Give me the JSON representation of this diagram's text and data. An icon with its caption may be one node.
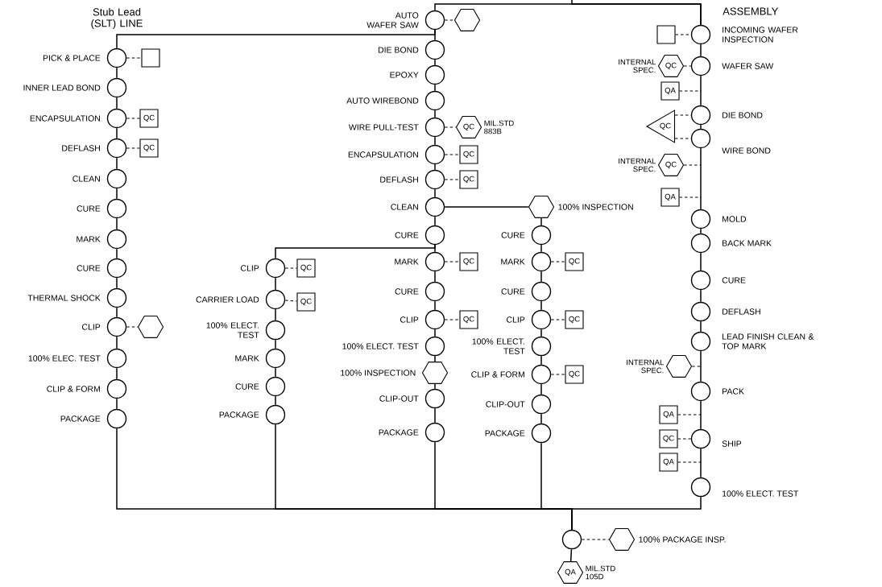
{
  "diagram": {
    "nodes": [
      {
        "text": [
          "PICK & PLACE"
        ]
      },
      {
        "text": [
          "INNER LEAD BOND"
        ]
      },
      {
        "text": [
          "ENCAPSULATION"
        ]
      },
      {
        "text": [
          "DEFLASH"
        ]
      },
      {
        "text": [
          "CLEAN"
        ]
      },
      {
        "text": [
          "CURE"
        ]
      },
      {
        "text": [
          "MARK"
        ]
      },
      {
        "text": [
          "CURE"
        ]
      },
      {
        "text": [
          "THERMAL SHOCK"
        ]
      },
      {
        "text": [
          "CLIP"
        ]
      },
      {
        "text": [
          "100% ELEC. TEST"
        ]
      },
      {
        "text": [
          "CLIP & FORM"
        ]
      },
      {
        "text": [
          "PACKAGE"
        ]
      },
      {
        "text": [],
        "shape": "box"
      },
      {
        "text": [
          "QC"
        ]
      },
      {
        "text": [
          "QC"
        ]
      },
      {
        "text": [],
        "shape": "hexagon"
      },
      {
        "text": [
          "AUTO WAFER SAW"
        ]
      },
      {
        "text": [],
        "shape": "hexagon"
      },
      {
        "text": [
          "DIE BOND"
        ]
      },
      {
        "text": [
          "EPOXY"
        ]
      },
      {
        "text": [
          "AUTO WIREBOND"
        ]
      },
      {
        "text": [
          "WIRE PULL-TEST"
        ]
      },
      {
        "text": [
          "QC"
        ],
        "beside": [
          "MIL.STD 883B"
        ]
      },
      {
        "text": [
          "ENCAPSULATION"
        ]
      },
      {
        "text": [
          "QC"
        ]
      },
      {
        "text": [
          "DEFLASH"
        ]
      },
      {
        "text": [
          "QC"
        ]
      },
      {
        "text": [
          "CLEAN"
        ]
      },
      {
        "text": [
          "CURE"
        ]
      },
      {
        "text": [
          "MARK"
        ]
      },
      {
        "text": [
          "QC"
        ]
      },
      {
        "text": [
          "CURE"
        ]
      },
      {
        "text": [
          "CLIP"
        ]
      },
      {
        "text": [
          "QC"
        ]
      },
      {
        "text": [
          "100% ELECT. TEST"
        ]
      },
      {
        "text": [
          "100% INSPECTION"
        ]
      },
      {
        "text": [
          "CLIP-OUT"
        ]
      },
      {
        "text": [
          "PACKAGE"
        ]
      },
      {
        "text": [
          "CLIP"
        ]
      },
      {
        "text": [
          "QC"
        ]
      },
      {
        "text": [
          "CARRIER LOAD"
        ]
      },
      {
        "text": [
          "QC"
        ]
      },
      {
        "text": [
          "100% ELECT. TEST"
        ]
      },
      {
        "text": [
          "MARK"
        ]
      },
      {
        "text": [
          "CURE"
        ]
      },
      {
        "text": [
          "PACKAGE"
        ]
      },
      {
        "text": [
          "100% INSPECTION"
        ]
      },
      {
        "text": [
          "CURE"
        ]
      },
      {
        "text": [
          "MARK"
        ]
      },
      {
        "text": [
          "QC"
        ]
      },
      {
        "text": [
          "CURE"
        ]
      },
      {
        "text": [
          "CLIP"
        ]
      },
      {
        "text": [
          "QC"
        ]
      },
      {
        "text": [
          "100% ELECT. TEST"
        ]
      },
      {
        "text": [
          "CLIP & FORM"
        ]
      },
      {
        "text": [
          "QC"
        ]
      },
      {
        "text": [
          "CLIP-OUT"
        ]
      },
      {
        "text": [
          "PACKAGE"
        ]
      },
      {
        "text": [
          "INCOMING WAFER INSPECTION"
        ]
      },
      {
        "text": [],
        "shape": "box"
      },
      {
        "text": [
          "WAFER SAW"
        ]
      },
      {
        "text": [
          "QC"
        ],
        "beside": [
          "INTERNAL SPEC."
        ]
      },
      {
        "text": [
          "QA"
        ]
      },
      {
        "text": [
          "DIE BOND"
        ]
      },
      {
        "text": [
          "QC"
        ]
      },
      {
        "text": [
          "WIRE BOND"
        ]
      },
      {
        "text": [
          "QC"
        ],
        "beside": [
          "INTERNAL SPEC."
        ]
      },
      {
        "text": [
          "QA"
        ]
      },
      {
        "text": [
          "MOLD"
        ]
      },
      {
        "text": [
          "BACK MARK"
        ]
      },
      {
        "text": [
          "CURE"
        ]
      },
      {
        "text": [
          "DEFLASH"
        ]
      },
      {
        "text": [
          "LEAD FINISH CLEAN & TOP MARK"
        ]
      },
      {
        "text": [],
        "shape": "hexagon",
        "beside": [
          "INTERNAL SPEC."
        ]
      },
      {
        "text": [
          "PACK"
        ]
      },
      {
        "text": [
          "QA"
        ]
      },
      {
        "text": [
          "QC"
        ]
      },
      {
        "text": [
          "SHIP"
        ]
      },
      {
        "text": [
          "QA"
        ]
      },
      {
        "text": [
          "100% ELECT. TEST"
        ]
      },
      {
        "text": [],
        "shape": "circle"
      },
      {
        "text": [
          "100% PACKAGE INSP."
        ]
      },
      {
        "text": [
          "QA"
        ],
        "beside": [
          "MIL.STD 105D"
        ]
      }
    ],
    "edges": [
      {
        "from": 0,
        "to": 1,
        "arrow": "none"
      },
      {
        "from": 1,
        "to": 2,
        "arrow": "none"
      },
      {
        "from": 2,
        "to": 3,
        "arrow": "none"
      },
      {
        "from": 3,
        "to": 4,
        "arrow": "none"
      },
      {
        "from": 4,
        "to": 5,
        "arrow": "none"
      },
      {
        "from": 5,
        "to": 6,
        "arrow": "none"
      },
      {
        "from": 6,
        "to": 7,
        "arrow": "none"
      },
      {
        "from": 7,
        "to": 8,
        "arrow": "none"
      },
      {
        "from": 8,
        "to": 9,
        "arrow": "none"
      },
      {
        "from": 9,
        "to": 10,
        "arrow": "none"
      },
      {
        "from": 10,
        "to": 11,
        "arrow": "none"
      },
      {
        "from": 11,
        "to": 12,
        "arrow": "none"
      },
      {
        "from": 0,
        "to": 13,
        "arrow": "none",
        "style": "dashed"
      },
      {
        "from": 2,
        "to": 14,
        "arrow": "none",
        "style": "dashed"
      },
      {
        "from": 3,
        "to": 15,
        "arrow": "none",
        "style": "dashed"
      },
      {
        "from": 9,
        "to": 16,
        "arrow": "none",
        "style": "dashed"
      },
      {
        "from": 17,
        "to": 19,
        "arrow": "none"
      },
      {
        "from": 19,
        "to": 20,
        "arrow": "none"
      },
      {
        "from": 20,
        "to": 21,
        "arrow": "none"
      },
      {
        "from": 21,
        "to": 22,
        "arrow": "none"
      },
      {
        "from": 22,
        "to": 24,
        "arrow": "none"
      },
      {
        "from": 24,
        "to": 26,
        "arrow": "none"
      },
      {
        "from": 26,
        "to": 28,
        "arrow": "none"
      },
      {
        "from": 28,
        "to": 29,
        "arrow": "none"
      },
      {
        "from": 29,
        "to": 30,
        "arrow": "none"
      },
      {
        "from": 30,
        "to": 32,
        "arrow": "none"
      },
      {
        "from": 32,
        "to": 33,
        "arrow": "none"
      },
      {
        "from": 33,
        "to": 35,
        "arrow": "none"
      },
      {
        "from": 35,
        "to": 36,
        "arrow": "none"
      },
      {
        "from": 36,
        "to": 37,
        "arrow": "none"
      },
      {
        "from": 37,
        "to": 38,
        "arrow": "none"
      },
      {
        "from": 17,
        "to": 18,
        "arrow": "none",
        "style": "dashed"
      },
      {
        "from": 22,
        "to": 23,
        "arrow": "none",
        "style": "dashed"
      },
      {
        "from": 24,
        "to": 25,
        "arrow": "none",
        "style": "dashed"
      },
      {
        "from": 26,
        "to": 27,
        "arrow": "none",
        "style": "dashed"
      },
      {
        "from": 30,
        "to": 31,
        "arrow": "none",
        "style": "dashed"
      },
      {
        "from": 33,
        "to": 34,
        "arrow": "none",
        "style": "dashed"
      },
      {
        "from": 17,
        "to": 0,
        "arrow": "none"
      },
      {
        "from": 28,
        "to": 47,
        "arrow": "none"
      },
      {
        "from": 29,
        "to": 39,
        "arrow": "none"
      },
      {
        "from": 39,
        "to": 41,
        "arrow": "none"
      },
      {
        "from": 41,
        "to": 43,
        "arrow": "none"
      },
      {
        "from": 43,
        "to": 44,
        "arrow": "none"
      },
      {
        "from": 44,
        "to": 45,
        "arrow": "none"
      },
      {
        "from": 45,
        "to": 46,
        "arrow": "none"
      },
      {
        "from": 39,
        "to": 40,
        "arrow": "none",
        "style": "dashed"
      },
      {
        "from": 41,
        "to": 42,
        "arrow": "none",
        "style": "dashed"
      },
      {
        "from": 47,
        "to": 48,
        "arrow": "none"
      },
      {
        "from": 48,
        "to": 49,
        "arrow": "none"
      },
      {
        "from": 49,
        "to": 51,
        "arrow": "none"
      },
      {
        "from": 51,
        "to": 52,
        "arrow": "none"
      },
      {
        "from": 52,
        "to": 54,
        "arrow": "none"
      },
      {
        "from": 54,
        "to": 55,
        "arrow": "none"
      },
      {
        "from": 55,
        "to": 57,
        "arrow": "none"
      },
      {
        "from": 57,
        "to": 58,
        "arrow": "none"
      },
      {
        "from": 49,
        "to": 50,
        "arrow": "none",
        "style": "dashed"
      },
      {
        "from": 52,
        "to": 53,
        "arrow": "none",
        "style": "dashed"
      },
      {
        "from": 55,
        "to": 56,
        "arrow": "none",
        "style": "dashed"
      },
      {
        "from": 59,
        "to": 61,
        "arrow": "none"
      },
      {
        "from": 61,
        "to": 64,
        "arrow": "none"
      },
      {
        "from": 64,
        "to": 66,
        "arrow": "none"
      },
      {
        "from": 66,
        "to": 69,
        "arrow": "none"
      },
      {
        "from": 69,
        "to": 70,
        "arrow": "none"
      },
      {
        "from": 70,
        "to": 71,
        "arrow": "none"
      },
      {
        "from": 71,
        "to": 72,
        "arrow": "none"
      },
      {
        "from": 72,
        "to": 73,
        "arrow": "none"
      },
      {
        "from": 73,
        "to": 75,
        "arrow": "none"
      },
      {
        "from": 75,
        "to": 78,
        "arrow": "none"
      },
      {
        "from": 78,
        "to": 80,
        "arrow": "none"
      },
      {
        "from": 60,
        "to": 59,
        "arrow": "none",
        "style": "dashed"
      },
      {
        "from": 62,
        "to": 61,
        "arrow": "none",
        "style": "dashed"
      },
      {
        "from": 63,
        "to": null,
        "arrow": "none",
        "style": "dashed"
      },
      {
        "from": 65,
        "to": 64,
        "arrow": "none",
        "style": "dashed"
      },
      {
        "from": 65,
        "to": 66,
        "arrow": "none",
        "style": "dashed"
      },
      {
        "from": 67,
        "to": null,
        "arrow": "none",
        "style": "dashed"
      },
      {
        "from": 68,
        "to": null,
        "arrow": "none",
        "style": "dashed"
      },
      {
        "from": 74,
        "to": null,
        "arrow": "none",
        "style": "dashed"
      },
      {
        "from": 76,
        "to": null,
        "arrow": "none",
        "style": "dashed"
      },
      {
        "from": 77,
        "to": 78,
        "arrow": "none",
        "style": "dashed"
      },
      {
        "from": 79,
        "to": null,
        "arrow": "none",
        "style": "dashed"
      },
      {
        "from": 17,
        "to": 59,
        "arrow": "none"
      },
      {
        "from": null,
        "to": 59,
        "arrow": "none"
      },
      {
        "from": 12,
        "to": 81,
        "arrow": "none"
      },
      {
        "from": 46,
        "to": 81,
        "arrow": "none"
      },
      {
        "from": 38,
        "to": 81,
        "arrow": "none"
      },
      {
        "from": 58,
        "to": 81,
        "arrow": "none"
      },
      {
        "from": 80,
        "to": 81,
        "arrow": "none"
      },
      {
        "from": 81,
        "to": 82,
        "arrow": "none",
        "style": "dashed"
      },
      {
        "from": 81,
        "to": 83,
        "arrow": "none"
      }
    ],
    "labels": [
      "Stub Lead (SLT) LINE",
      "ASSEMBLY"
    ]
  }
}
